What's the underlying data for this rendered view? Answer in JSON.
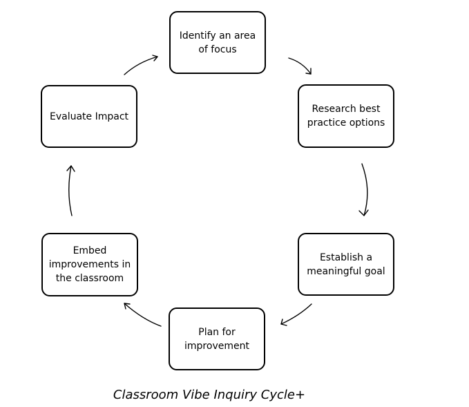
{
  "diagram": {
    "nodes": {
      "identify": "Identify an area of focus",
      "research": "Research best practice options",
      "establish": "Establish a meaningful goal",
      "plan": "Plan for improvement",
      "embed": "Embed improvements in the classroom",
      "evaluate": "Evaluate Impact"
    },
    "caption": "Classroom Vibe Inquiry Cycle+",
    "flow": [
      "identify",
      "research",
      "establish",
      "plan",
      "embed",
      "evaluate",
      "identify"
    ]
  },
  "colors": {
    "stroke": "#000000",
    "background": "#ffffff"
  }
}
